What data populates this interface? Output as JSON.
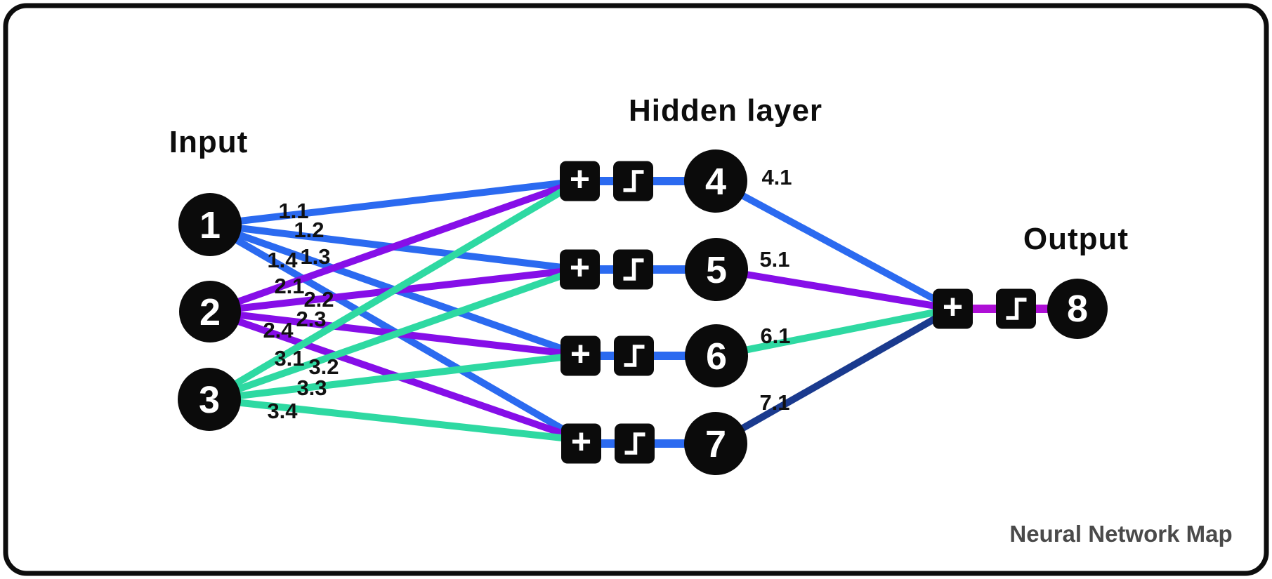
{
  "diagram_title": "Neural Network Map",
  "section_labels": {
    "input": "Input",
    "hidden": "Hidden layer",
    "output": "Output"
  },
  "operators": {
    "sum": "+",
    "activation": "step-function"
  },
  "colors": {
    "edge_input1": "#2b6af0",
    "edge_input2": "#860ee8",
    "edge_input3": "#2ed9a2",
    "edge_hidden4": "#2b6af0",
    "edge_hidden5": "#860ee8",
    "edge_hidden6": "#2ed9a2",
    "edge_hidden7": "#1a3a8e",
    "connector_hidden": "#2b6af0",
    "connector_output": "#ae0fd6",
    "node_fill": "#0b0b0b",
    "border": "#0d0d0d",
    "footer_text": "#4a4a4a"
  },
  "nodes": {
    "input": [
      {
        "label": "1"
      },
      {
        "label": "2"
      },
      {
        "label": "3"
      }
    ],
    "hidden": [
      {
        "label": "4",
        "output_weight": "4.1"
      },
      {
        "label": "5",
        "output_weight": "5.1"
      },
      {
        "label": "6",
        "output_weight": "6.1"
      },
      {
        "label": "7",
        "output_weight": "7.1"
      }
    ],
    "output": [
      {
        "label": "8"
      }
    ]
  },
  "weights": {
    "input1": [
      "1.1",
      "1.2",
      "1.3",
      "1.4"
    ],
    "input2": [
      "2.1",
      "2.2",
      "2.3",
      "2.4"
    ],
    "input3": [
      "3.1",
      "3.2",
      "3.3",
      "3.4"
    ]
  }
}
